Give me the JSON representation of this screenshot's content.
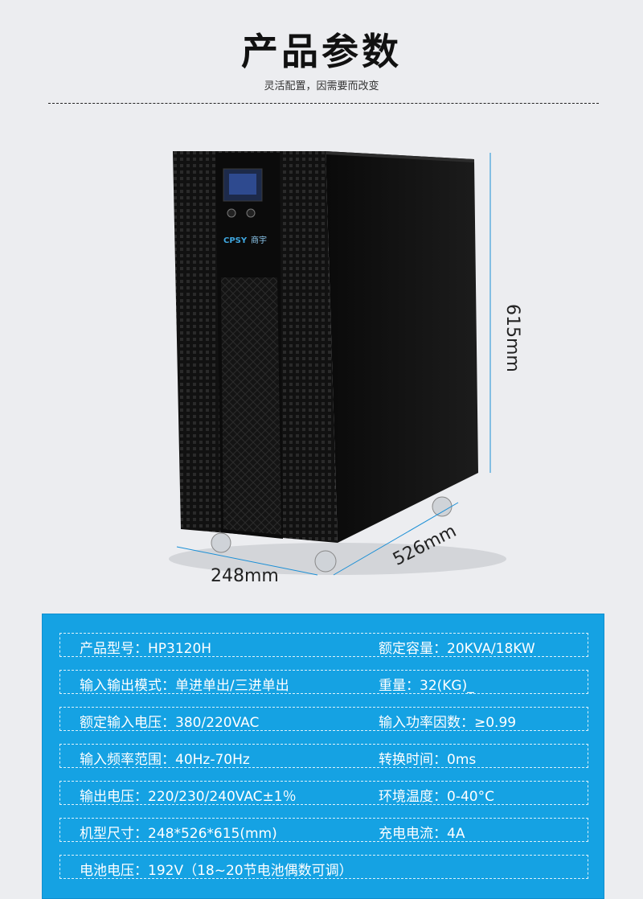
{
  "header": {
    "title": "产品参数",
    "subtitle": "灵活配置，因需要而改变"
  },
  "dimensions": {
    "height": "615mm",
    "width": "248mm",
    "depth": "526mm"
  },
  "product": {
    "brand_logo_text": "CPSY",
    "brand_name": "商宇",
    "colors": {
      "cabinet": "#0d0d0d",
      "panel_accent": "#15a2e3"
    }
  },
  "specs": [
    {
      "left": "产品型号：HP3120H",
      "right": "额定容量：20KVA/18KW"
    },
    {
      "left": "输入输出模式：单进单出/三进单出",
      "right": "重量：32(KG)_"
    },
    {
      "left": "额定输入电压：380/220VAC",
      "right": "输入功率因数：≥0.99"
    },
    {
      "left": "输入频率范围：40Hz-70Hz",
      "right": "转换时间：0ms"
    },
    {
      "left": "输出电压：220/230/240VAC±1％",
      "right": "环境温度：0-40°C"
    },
    {
      "left": "机型尺寸：248*526*615(mm)",
      "right": "充电电流：4A"
    },
    {
      "left": "电池电压：192V（18~20节电池偶数可调）",
      "right": ""
    }
  ]
}
